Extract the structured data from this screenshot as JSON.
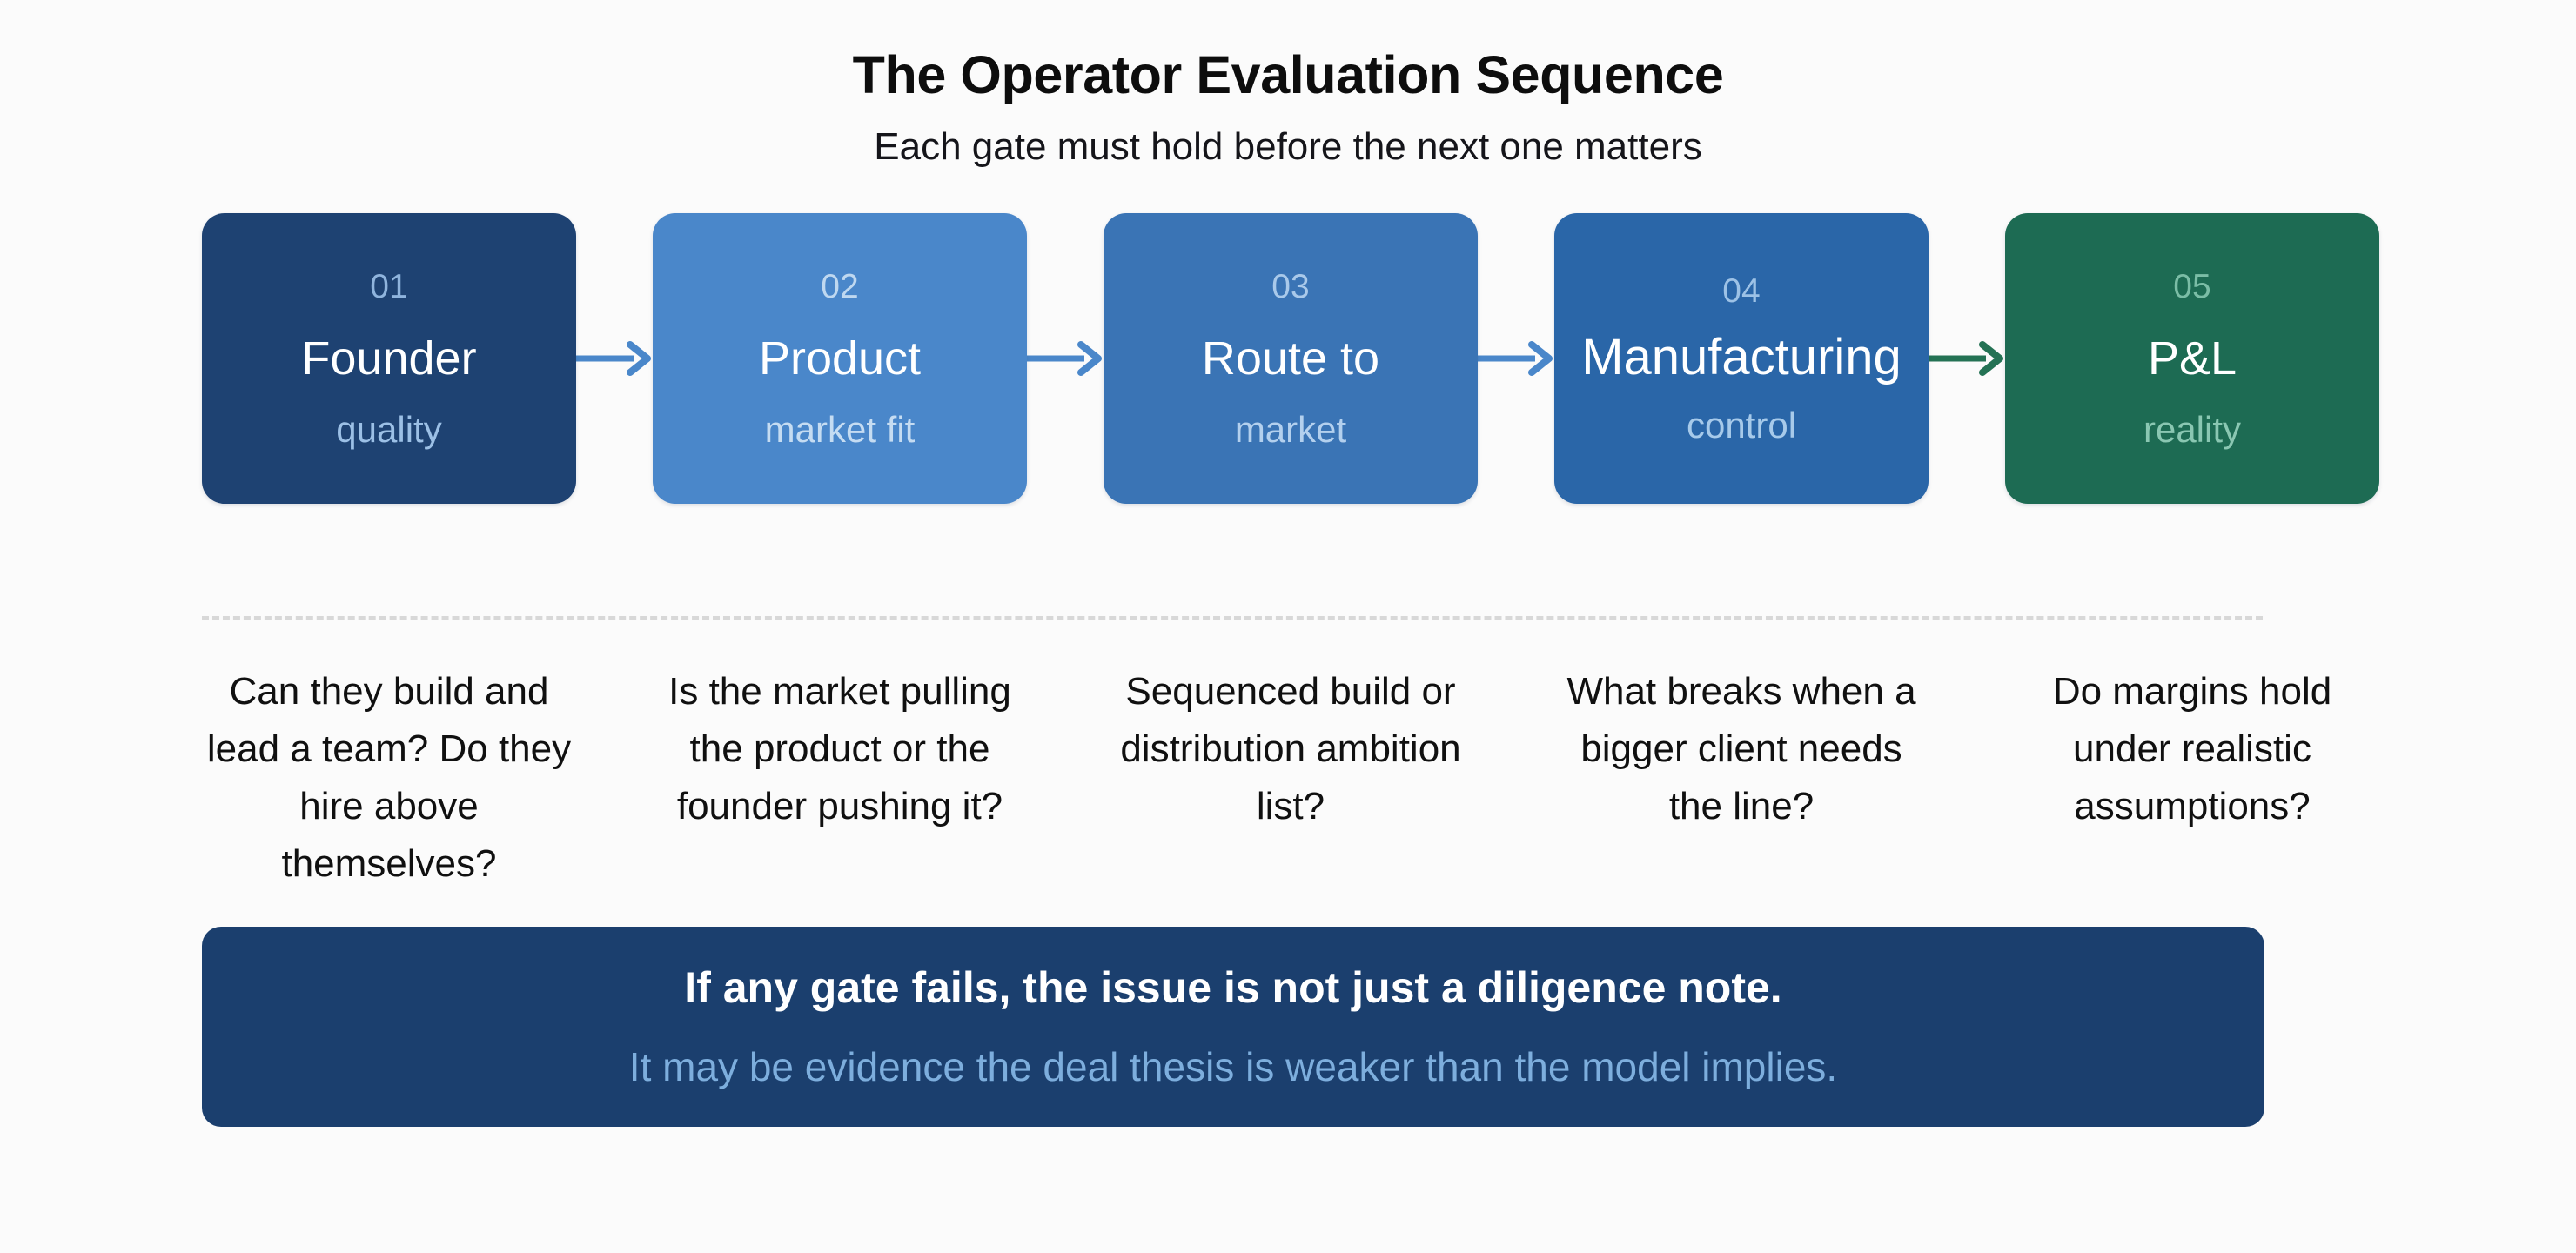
{
  "header": {
    "title": "The Operator Evaluation Sequence",
    "subtitle": "Each gate must hold before the next one matters"
  },
  "stages": [
    {
      "number": "01",
      "title": "Founder",
      "subtitle": "quality",
      "bg": "#1e4272",
      "num_color": "#8fb4dd",
      "sub_color": "#9cc0e6",
      "arrow_color": "#4a87ca",
      "question": "Can they build and lead a team? Do they hire above themselves?"
    },
    {
      "number": "02",
      "title": "Product",
      "subtitle": "market fit",
      "bg": "#4a87ca",
      "num_color": "#bfd8f0",
      "sub_color": "#c5dcf2",
      "arrow_color": "#4a87ca",
      "question": "Is the market pulling the product or the founder pushing it?"
    },
    {
      "number": "03",
      "title": "Route to",
      "subtitle": "market",
      "bg": "#3a74b5",
      "num_color": "#a9c9ea",
      "sub_color": "#b3d0ee",
      "arrow_color": "#4a87ca",
      "question": "Sequenced build or distribution ambition list?"
    },
    {
      "number": "04",
      "title": "Manufacturing",
      "subtitle": "control",
      "bg": "#2a66a8",
      "num_color": "#9dc2e6",
      "sub_color": "#a7caea",
      "arrow_color": "#247254",
      "question": "What breaks when a bigger client needs the line?"
    },
    {
      "number": "05",
      "title": "P&L",
      "subtitle": "reality",
      "bg": "#1d6b53",
      "num_color": "#7bbda6",
      "sub_color": "#8ac7b2",
      "arrow_color": null,
      "question": "Do margins hold under realistic assumptions?"
    }
  ],
  "banner": {
    "main": "If any gate fails, the issue is not just a diligence note.",
    "sub": "It may be evidence the deal thesis is weaker than the model implies.",
    "bg": "#1b3f6e",
    "sub_color": "#7daedd"
  },
  "divider": {
    "style": "dashed",
    "color": "#d8d8d8"
  },
  "theme": {
    "background": "#fbfbfb",
    "text": "#101010"
  }
}
